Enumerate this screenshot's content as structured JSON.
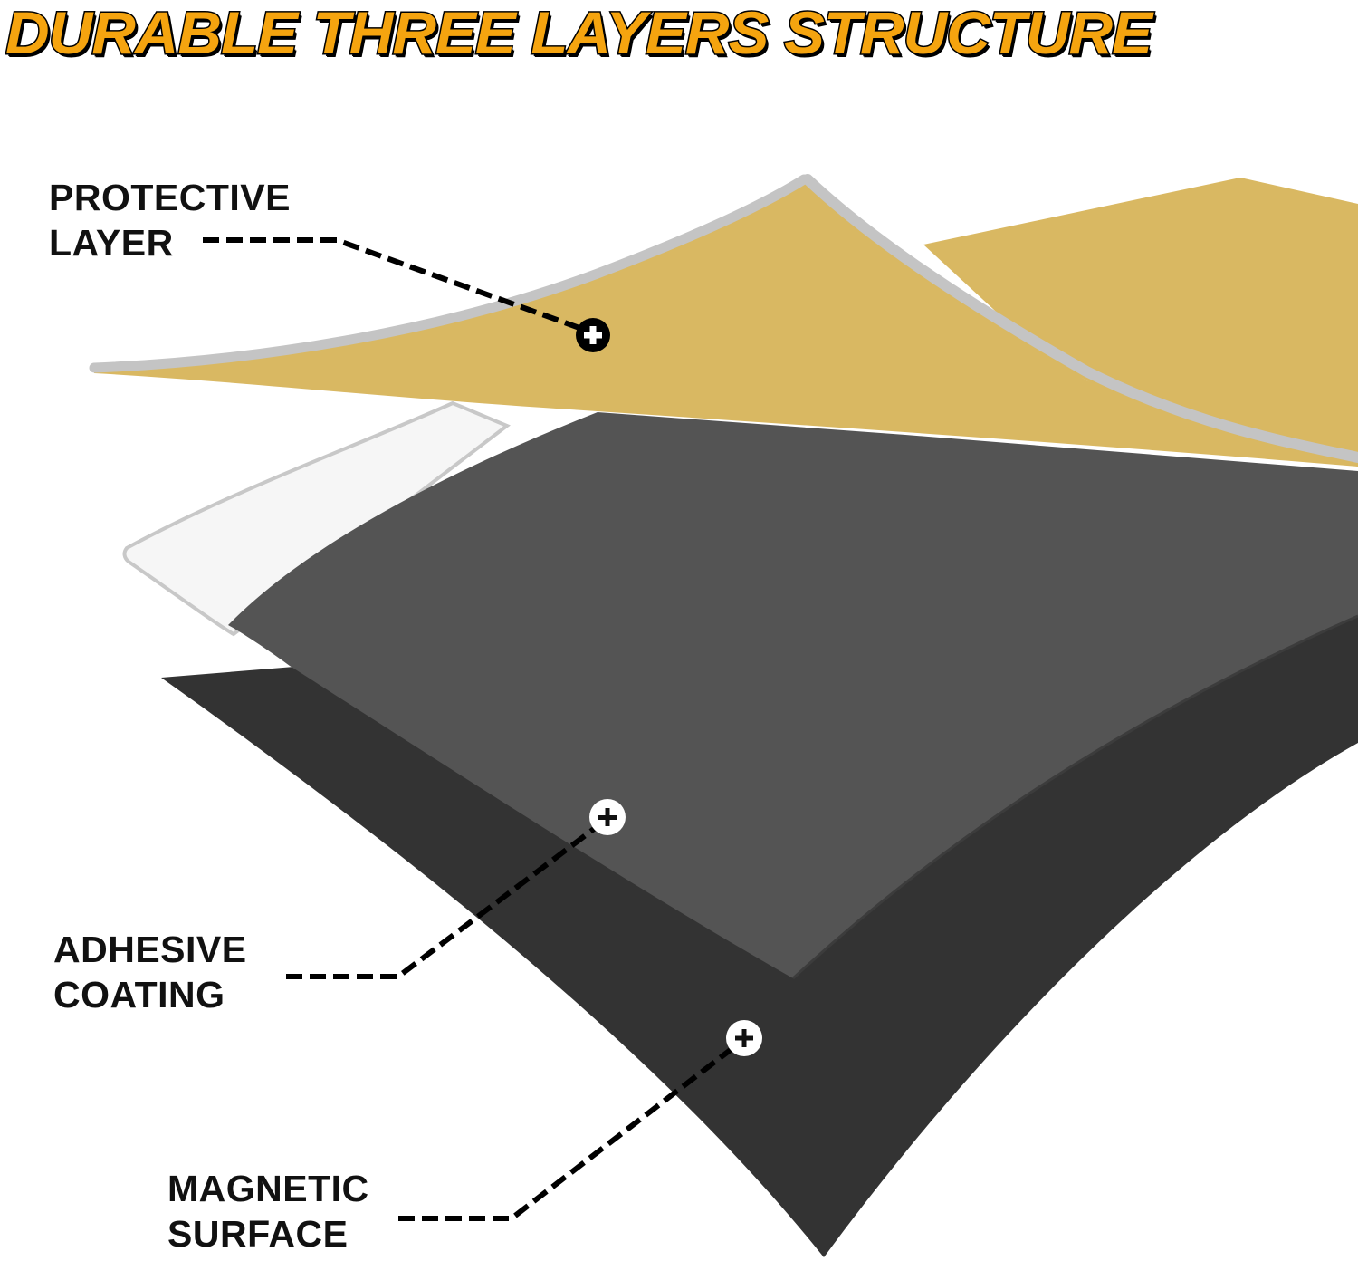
{
  "title": "DURABLE THREE LAYERS STRUCTURE",
  "colors": {
    "title_fill": "#f5a40f",
    "title_outline": "#000000",
    "protective_layer": "#d9b862",
    "protective_edge": "#c4c4c4",
    "adhesive_film": "#f6f6f6",
    "adhesive_edge": "#c8c8c8",
    "top_surface": "#545454",
    "magnetic_surface": "#333333",
    "callout_line": "#000000"
  },
  "layers": [
    {
      "id": "protective",
      "label_line1": "PROTECTIVE",
      "label_line2": "LAYER",
      "marker_icon": "plus-circle-icon",
      "marker_style": "black"
    },
    {
      "id": "adhesive",
      "label_line1": "ADHESIVE",
      "label_line2": "COATING",
      "marker_icon": "plus-circle-icon",
      "marker_style": "white"
    },
    {
      "id": "magnetic",
      "label_line1": "MAGNETIC",
      "label_line2": "SURFACE",
      "marker_icon": "plus-circle-icon",
      "marker_style": "white"
    }
  ]
}
